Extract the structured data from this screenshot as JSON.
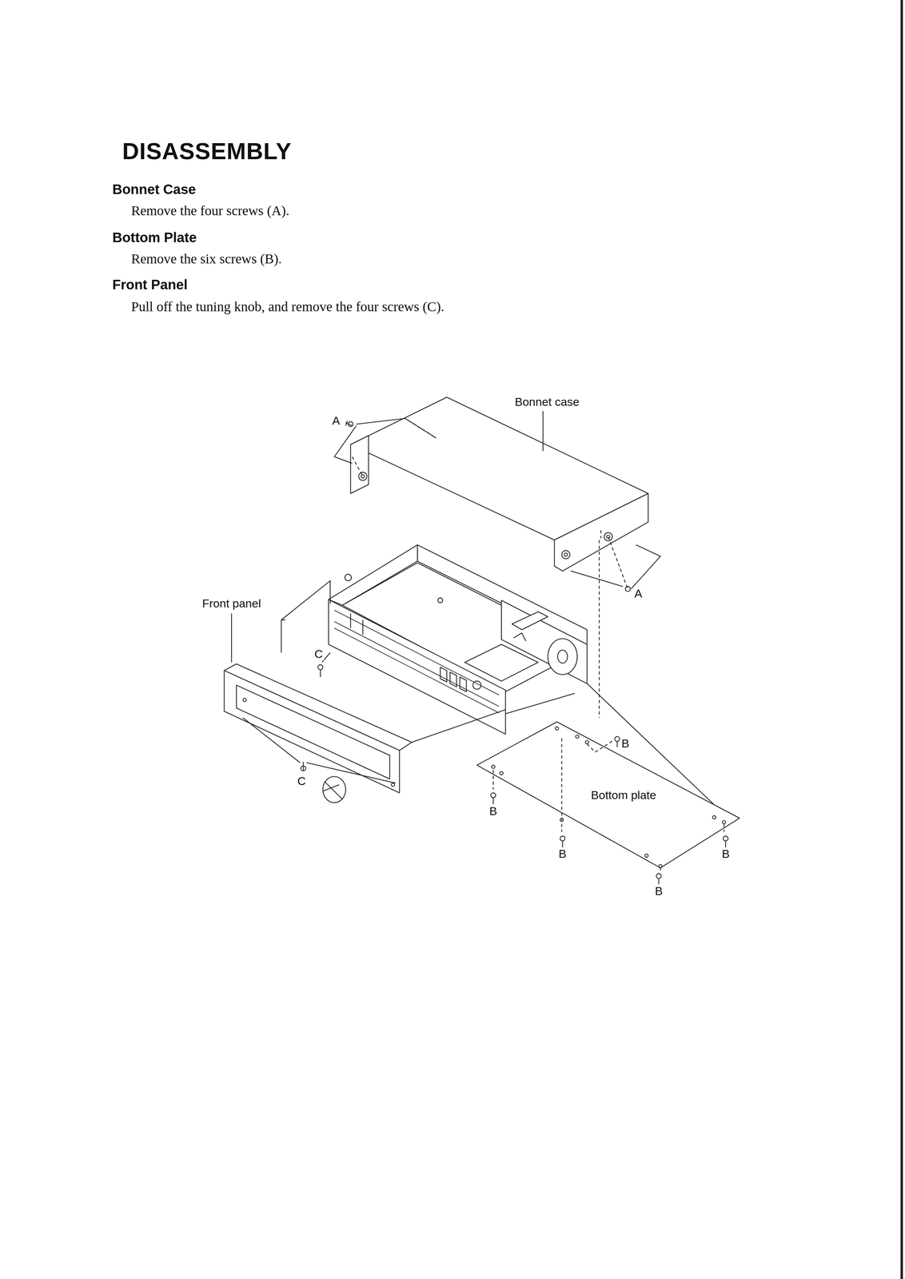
{
  "diagram": {
    "title": "DISASSEMBLY",
    "labels": [
      "Bonnet Case",
      "Remove the four screws (A).",
      "Bottom Plate",
      "Remove the six screws (B).",
      "Front Panel",
      "Pull off the tuning knob, and remove the four screws (C).",
      "Bonnet case",
      "A",
      "A",
      "Front panel",
      "C",
      "C",
      "B",
      "B",
      "B",
      "B",
      "B",
      "Bottom plate"
    ]
  }
}
